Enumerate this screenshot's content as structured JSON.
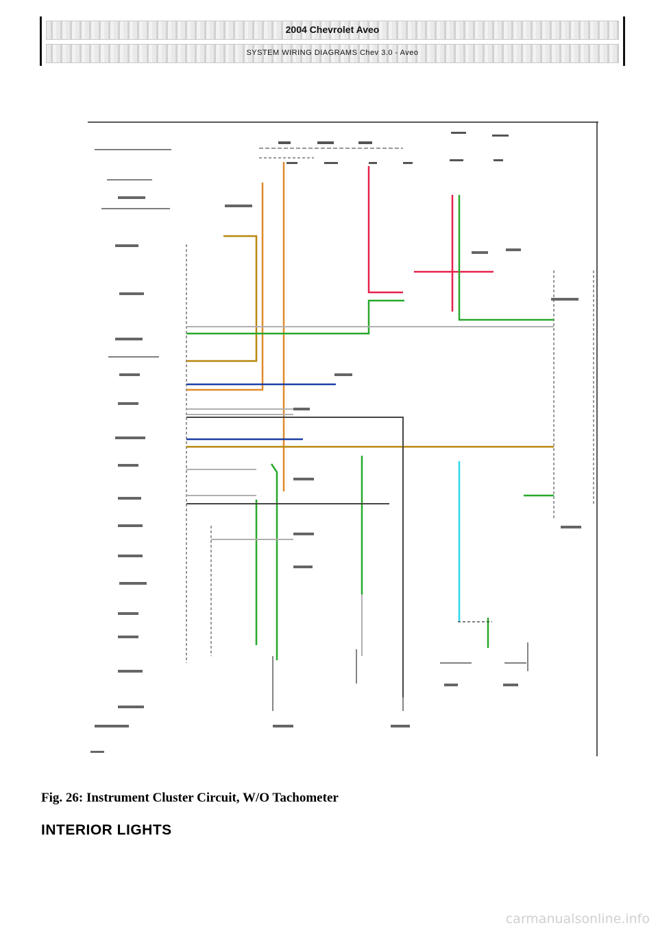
{
  "header": {
    "title": "2004 Chevrolet Aveo",
    "subtitle": "SYSTEM WIRING DIAGRAMS Chev 3.0 - Aveo"
  },
  "figure": {
    "caption": "Fig. 26: Instrument Cluster Circuit, W/O Tachometer",
    "wire_colors": {
      "orange": "#e08a2a",
      "brown": "#b8860b",
      "red": "#e8204a",
      "green": "#27a82a",
      "blue": "#1c3fa6",
      "gray": "#a8a8a8",
      "dark": "#444444",
      "cyan": "#2bd8e8"
    }
  },
  "section": {
    "title": "INTERIOR LIGHTS"
  },
  "watermark": "carmanualsonline.info"
}
